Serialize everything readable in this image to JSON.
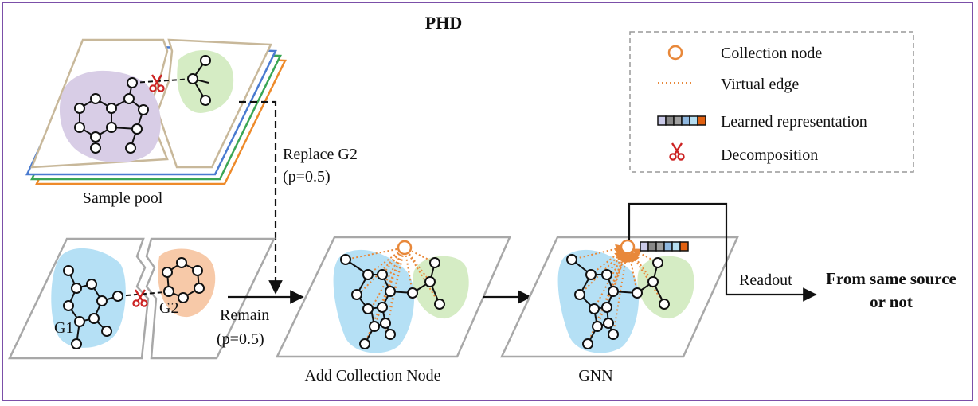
{
  "title": "PHD",
  "legend": {
    "collection_node": "Collection node",
    "virtual_edge": "Virtual edge",
    "learned_representation": "Learned representation",
    "decomposition": "Decomposition"
  },
  "labels": {
    "sample_pool": "Sample pool",
    "replace_line1": "Replace G2",
    "replace_line2": "(p=0.5)",
    "remain_line1": "Remain",
    "remain_line2": "(p=0.5)",
    "g1": "G1",
    "g2": "G2",
    "add_collection_node": "Add Collection Node",
    "gnn": "GNN",
    "readout": "Readout",
    "output_line1": "From same source",
    "output_line2": "or not"
  },
  "colors": {
    "border": "#7b4fa8",
    "blue_region": "#b5e0f5",
    "green_region": "#d5ecc4",
    "purple_region": "#d8cde6",
    "orange_region": "#f7c9a8",
    "collection_orange": "#e8883a",
    "scissors_red": "#cc2222",
    "frame_gray": "#a8a8a8",
    "pool_tan": "#c8b89a",
    "pool_blue": "#4a7bd0",
    "pool_green": "#3aa655",
    "pool_orange": "#ee8a2a",
    "repr_cells": [
      "#c9c9e8",
      "#888888",
      "#a0a0a0",
      "#8fb8e0",
      "#b5ddf0",
      "#e06010"
    ]
  }
}
